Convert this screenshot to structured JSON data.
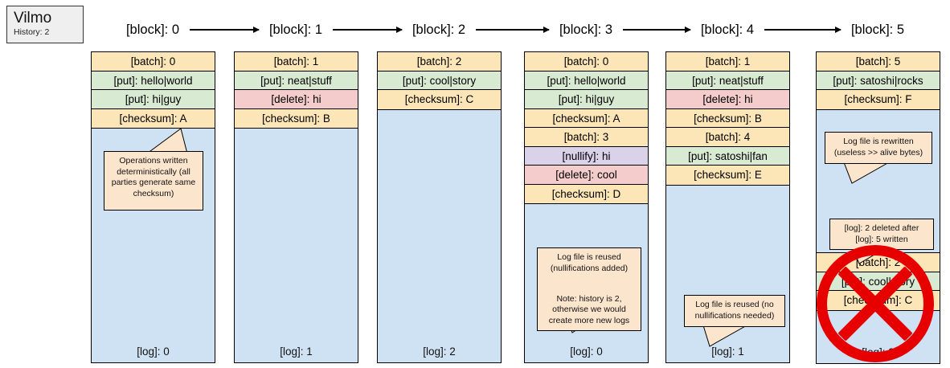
{
  "app": {
    "title": "Vilmo",
    "subtitle": "History: 2"
  },
  "chain": {
    "labels": [
      "[block]: 0",
      "[block]: 1",
      "[block]: 2",
      "[block]: 3",
      "[block]: 4",
      "[block]: 5"
    ]
  },
  "blocks": [
    {
      "id": "block-0",
      "rows": [
        {
          "kind": "batch",
          "text": "[batch]: 0"
        },
        {
          "kind": "put",
          "text": "[put]: hello|world"
        },
        {
          "kind": "put",
          "text": "[put]: hi|guy"
        },
        {
          "kind": "checksum",
          "text": "[checksum]: A"
        }
      ],
      "log_label": "[log]: 0",
      "callout": [
        "Operations written",
        "deterministically (all",
        "parties generate same",
        "checksum)"
      ]
    },
    {
      "id": "block-1",
      "rows": [
        {
          "kind": "batch",
          "text": "[batch]: 1"
        },
        {
          "kind": "put",
          "text": "[put]: neat|stuff"
        },
        {
          "kind": "delete",
          "text": "[delete]: hi"
        },
        {
          "kind": "checksum",
          "text": "[checksum]: B"
        }
      ],
      "log_label": "[log]: 1",
      "callout": []
    },
    {
      "id": "block-2",
      "rows": [
        {
          "kind": "batch",
          "text": "[batch]: 2"
        },
        {
          "kind": "put",
          "text": "[put]: cool|story"
        },
        {
          "kind": "checksum",
          "text": "[checksum]: C"
        }
      ],
      "log_label": "[log]: 2",
      "callout": []
    },
    {
      "id": "block-3",
      "rows": [
        {
          "kind": "batch",
          "text": "[batch]: 0"
        },
        {
          "kind": "put",
          "text": "[put]: hello|world"
        },
        {
          "kind": "put",
          "text": "[put]: hi|guy"
        },
        {
          "kind": "checksum",
          "text": "[checksum]: A"
        },
        {
          "kind": "batch",
          "text": "[batch]: 3"
        },
        {
          "kind": "nullify",
          "text": "[nullify]: hi"
        },
        {
          "kind": "delete",
          "text": "[delete]: cool"
        },
        {
          "kind": "checksum",
          "text": "[checksum]: D"
        }
      ],
      "log_label": "[log]: 0",
      "callout": [
        "Log file is reused",
        "(nullifications added)",
        "",
        "Note: history is 2,",
        "otherwise we would",
        "create more new logs"
      ]
    },
    {
      "id": "block-4",
      "rows": [
        {
          "kind": "batch",
          "text": "[batch]: 1"
        },
        {
          "kind": "put",
          "text": "[put]: neat|stuff"
        },
        {
          "kind": "delete",
          "text": "[delete]: hi"
        },
        {
          "kind": "checksum",
          "text": "[checksum]: B"
        },
        {
          "kind": "batch",
          "text": "[batch]: 4"
        },
        {
          "kind": "put",
          "text": "[put]: satoshi|fan"
        },
        {
          "kind": "checksum",
          "text": "[checksum]: E"
        }
      ],
      "log_label": "[log]: 1",
      "callout": [
        "Log file is reused (no",
        "nullifications needed)"
      ]
    },
    {
      "id": "block-5",
      "rows": [
        {
          "kind": "batch",
          "text": "[batch]: 5"
        },
        {
          "kind": "put",
          "text": "[put]: satoshi|rocks"
        },
        {
          "kind": "checksum",
          "text": "[checksum]: F"
        }
      ],
      "log_label": "[log]: 5",
      "callout": [
        "Log file is rewritten",
        "(useless >> alive bytes)"
      ]
    }
  ],
  "deleted_log": {
    "id": "deleted-log-2",
    "callout": [
      "[log]: 2 deleted after",
      "[log]: 5 written"
    ],
    "rows": [
      {
        "kind": "batch",
        "text": "[batch]: 2"
      },
      {
        "kind": "put",
        "text": "[put]: cool|story"
      },
      {
        "kind": "checksum",
        "text": "[checksum]: C"
      }
    ],
    "log_label": "[log]: 2",
    "strike_icon": "no-entry-icon"
  },
  "colors": {
    "batch": "#fce5b7",
    "put": "#d9ead3",
    "delete": "#f4cccc",
    "nullify": "#d9d2e9",
    "log": "#cfe2f3",
    "callout": "#fce5cd",
    "strike": "#e60000",
    "title_bg": "#efefef"
  }
}
